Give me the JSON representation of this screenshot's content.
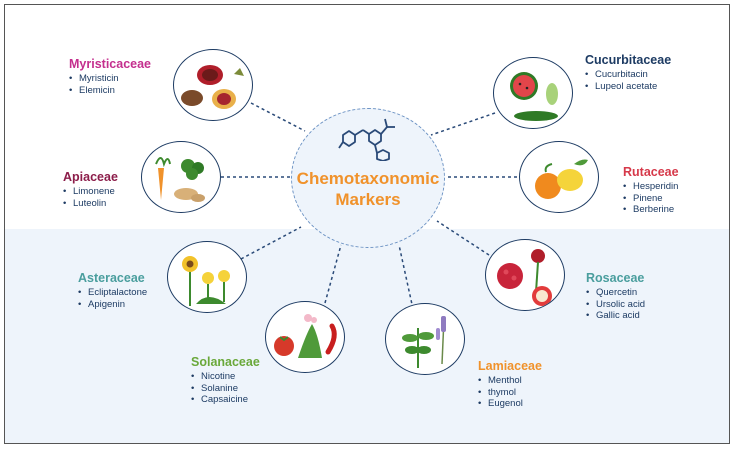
{
  "center": {
    "title_line1": "Chemotaxonomic",
    "title_line2": "Markers",
    "title_color": "#f0922b",
    "icon": "molecule-structure-icon"
  },
  "families": [
    {
      "name": "Myristicaceae",
      "color": "#c42f8e",
      "markers": [
        "Myristicin",
        "Elemicin"
      ],
      "icon": "nutmeg-icon"
    },
    {
      "name": "Apiaceae",
      "color": "#8c1d4a",
      "markers": [
        "Limonene",
        "Luteolin"
      ],
      "icon": "carrot-parsley-ginger-icon"
    },
    {
      "name": "Asteraceae",
      "color": "#4a9e9e",
      "markers": [
        "Ecliptalactone",
        "Apigenin"
      ],
      "icon": "sunflower-dandelion-icon"
    },
    {
      "name": "Solanaceae",
      "color": "#6aa83a",
      "markers": [
        "Nicotine",
        "Solanine",
        "Capsaicine"
      ],
      "icon": "tomato-tobacco-chili-icon"
    },
    {
      "name": "Lamiaceae",
      "color": "#f0922b",
      "markers": [
        "Menthol",
        "thymol",
        "Eugenol"
      ],
      "icon": "mint-lavender-icon"
    },
    {
      "name": "Rosaceae",
      "color": "#4a9e9e",
      "markers": [
        "Quercetin",
        "Ursolic acid",
        "Gallic acid"
      ],
      "icon": "raspberry-rose-apple-icon"
    },
    {
      "name": "Rutaceae",
      "color": "#d6394a",
      "markers": [
        "Hesperidin",
        "Pinene",
        "Berberine"
      ],
      "icon": "orange-lemon-icon"
    },
    {
      "name": "Cucurbitaceae",
      "color": "#1d3b63",
      "markers": [
        "Cucurbitacin",
        "Lupeol acetate"
      ],
      "icon": "watermelon-cucumber-icon"
    }
  ],
  "colors": {
    "marker_text": "#1d3b63",
    "circle_border": "#1d3b63",
    "connector": "#2a4a78",
    "lower_band": "#eef4fb"
  }
}
